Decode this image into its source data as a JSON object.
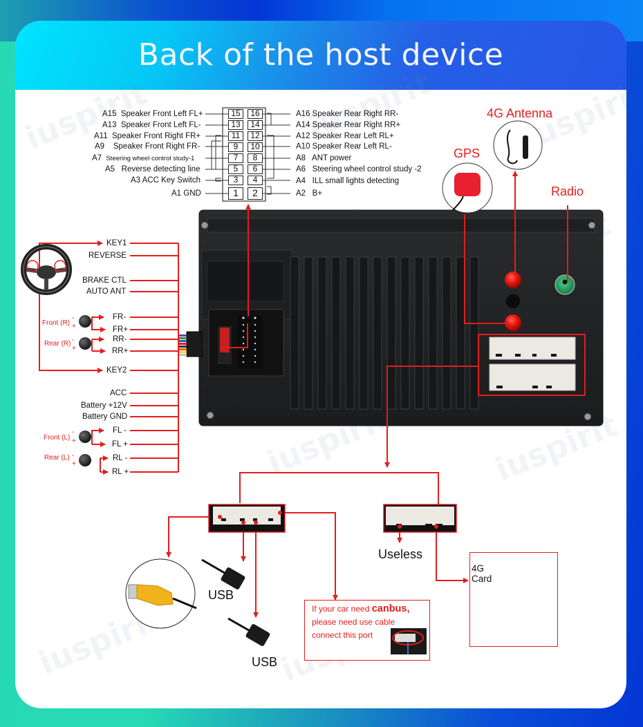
{
  "header": {
    "title": "Back of the host device"
  },
  "watermark": "iuspirit",
  "pinout": {
    "left_labels": [
      {
        "pin": "15",
        "code": "A15",
        "label": "Speaker Front Left FL+"
      },
      {
        "pin": "13",
        "code": "A13",
        "label": "Speaker Front Left FL-"
      },
      {
        "pin": "11",
        "code": "A11",
        "label": "Speaker Front Right FR+"
      },
      {
        "pin": "9",
        "code": "A9",
        "label": "Speaker Front Right FR-"
      },
      {
        "pin": "7",
        "code": "A7",
        "label": "Steering wheel control study-1"
      },
      {
        "pin": "5",
        "code": "A5",
        "label": "Reverse detecting line"
      },
      {
        "pin": "3",
        "code": "A3",
        "label": "ACC Key Switch"
      },
      {
        "pin": "1",
        "code": "A1",
        "label": "GND"
      }
    ],
    "right_labels": [
      {
        "pin": "16",
        "code": "A16",
        "label": "Speaker Rear Right RR-"
      },
      {
        "pin": "14",
        "code": "A14",
        "label": "Speaker Rear Right RR+"
      },
      {
        "pin": "12",
        "code": "A12",
        "label": "Speaker Rear Left RL+"
      },
      {
        "pin": "10",
        "code": "A10",
        "label": "Speaker Rear Left RL-"
      },
      {
        "pin": "8",
        "code": "A8",
        "label": "ANT power"
      },
      {
        "pin": "6",
        "code": "A6",
        "label": "Steering wheel control study -2"
      },
      {
        "pin": "4",
        "code": "A4",
        "label": "ILL small lights detecting"
      },
      {
        "pin": "2",
        "code": "A2",
        "label": "B+"
      }
    ]
  },
  "harness": {
    "wires": [
      "KEY1",
      "REVERSE",
      "BRAKE CTL",
      "AUTO ANT",
      "FR-",
      "FR+",
      "RR-",
      "RR+",
      "KEY2",
      "ACC",
      "Battery +12V",
      "Battery GND",
      "FL -",
      "FL +",
      "RL -",
      "RL +"
    ],
    "sensors": [
      {
        "label": "Front (R)",
        "minus": "-",
        "plus": "+"
      },
      {
        "label": "Rear (R)",
        "minus": "-",
        "plus": "+"
      },
      {
        "label": "Front (L)",
        "minus": "-",
        "plus": "+"
      },
      {
        "label": "Rear (L)",
        "minus": "-",
        "plus": "+"
      }
    ]
  },
  "antennas": {
    "antenna_4g": "4G Antenna",
    "gps": "GPS",
    "radio": "Radio"
  },
  "ports": {
    "usb_1": "USB",
    "usb_2": "USB",
    "useless": "Useless",
    "card_4g_line1": "4G",
    "card_4g_line2": "Card"
  },
  "canbus": {
    "line1_prefix": "If your car need ",
    "line1_bold": "canbus,",
    "line2": "please need use cable",
    "line3": "connect this port",
    "warning_count": 3
  },
  "colors": {
    "accent_red": "#e31d1d",
    "header_cyan": "#00e4ff",
    "header_blue": "#2656e6",
    "background_teal": "#27d9b5"
  }
}
